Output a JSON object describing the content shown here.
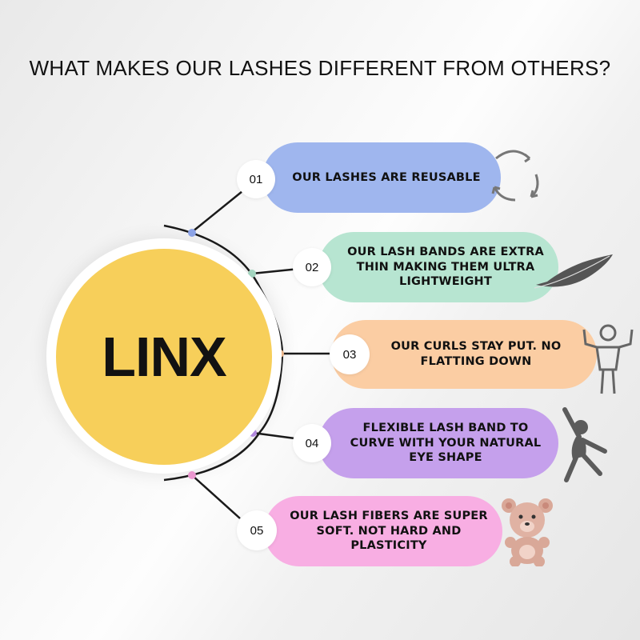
{
  "title": "WHAT MAKES OUR LASHES DIFFERENT FROM OTHERS?",
  "logo": {
    "text": "LINX",
    "color": "#f7cf5a"
  },
  "items": [
    {
      "number": "01",
      "lines": [
        "OUR LASHES ARE REUSABLE"
      ],
      "color": "#9fb6ee",
      "icon": "recycle-arrows-icon"
    },
    {
      "number": "02",
      "lines": [
        "OUR LASH BANDS ARE EXTRA",
        "THIN MAKING THEM ULTRA",
        "LIGHTWEIGHT"
      ],
      "color": "#b7e5d1",
      "icon": "feather-icon"
    },
    {
      "number": "03",
      "lines": [
        "OUR CURLS STAY PUT. NO",
        "FLATTING DOWN"
      ],
      "color": "#fbcda3",
      "icon": "strong-person-icon"
    },
    {
      "number": "04",
      "lines": [
        "FLEXIBLE LASH BAND TO",
        "CURVE WITH YOUR NATURAL",
        "EYE SHAPE"
      ],
      "color": "#c5a0ec",
      "icon": "stretching-person-icon"
    },
    {
      "number": "05",
      "lines": [
        "OUR LASH FIBERS ARE SUPER",
        "SOFT. NOT HARD AND",
        "PLASTICITY"
      ],
      "color": "#f8aee3",
      "icon": "teddy-bear-icon"
    }
  ]
}
